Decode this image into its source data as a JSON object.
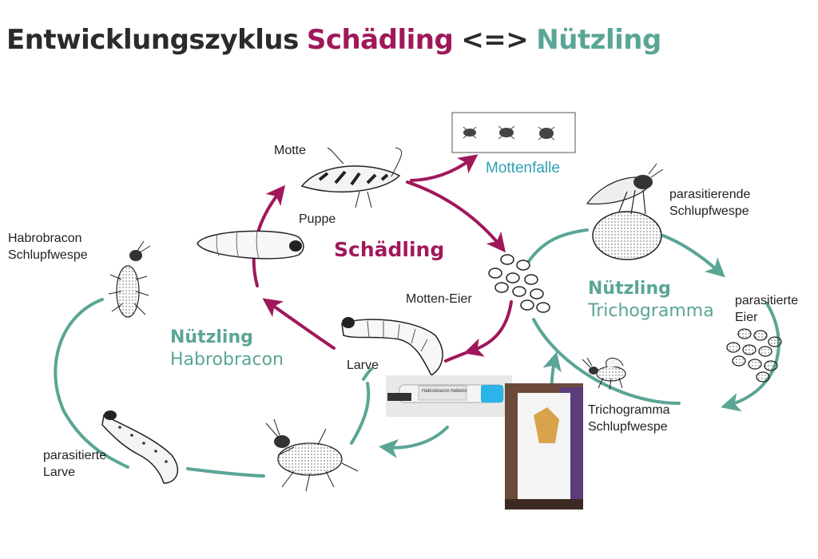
{
  "title": {
    "part1": "Entwicklungszyklus",
    "part2": "Schädling",
    "part3": "<=>",
    "part4": "Nützling"
  },
  "colors": {
    "pest": "#a0185a",
    "beneficial": "#5aa596",
    "title_dark": "#2b2b2b"
  },
  "pest_cycle": {
    "center_label": "Schädling",
    "stages": {
      "moth": "Motte",
      "pupa": "Puppe",
      "eggs": "Motten-Eier",
      "larva": "Larve"
    },
    "trap_label": "Mottenfalle"
  },
  "trichogramma_cycle": {
    "line1": "Nützling",
    "line2": "Trichogramma",
    "stages": {
      "adult_parasitizing_line1": "parasitierende",
      "adult_parasitizing_line2": "Schlupfwespe",
      "parasitized_eggs_line1": "parasitierte",
      "parasitized_eggs_line2": "Eier",
      "wasp_line1": "Trichogramma",
      "wasp_line2": "Schlupfwespe"
    }
  },
  "habrobracon_cycle": {
    "line1": "Nützling",
    "line2": "Habrobracon",
    "stages": {
      "wasp_line1": "Habrobracon",
      "wasp_line2": "Schlupfwespe",
      "parasitized_larva_line1": "parasitierte",
      "parasitized_larva_line2": "Larve"
    }
  },
  "product_photos": {
    "vial_label": "Habrobracon hebetor"
  }
}
